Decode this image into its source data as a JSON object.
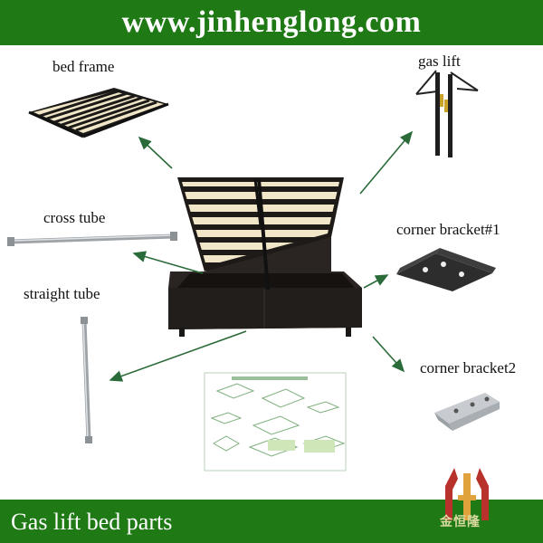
{
  "header": {
    "website": "www.jinhenglong.com"
  },
  "labels": {
    "bed_frame": "bed frame",
    "gas_lift": "gas lift",
    "cross_tube": "cross tube",
    "straight_tube": "straight tube",
    "corner_bracket_1": "corner bracket#1",
    "corner_bracket_2": "corner bracket2"
  },
  "footer": {
    "caption": "Gas lift bed parts"
  },
  "logo": {
    "text": "金恒隆"
  },
  "colors": {
    "banner_green": "#1f7a16",
    "arrow_green": "#2b6b3a",
    "bed_dark": "#2a2522",
    "slat": "#f1e7c8",
    "metal": "#b9bcc0"
  }
}
